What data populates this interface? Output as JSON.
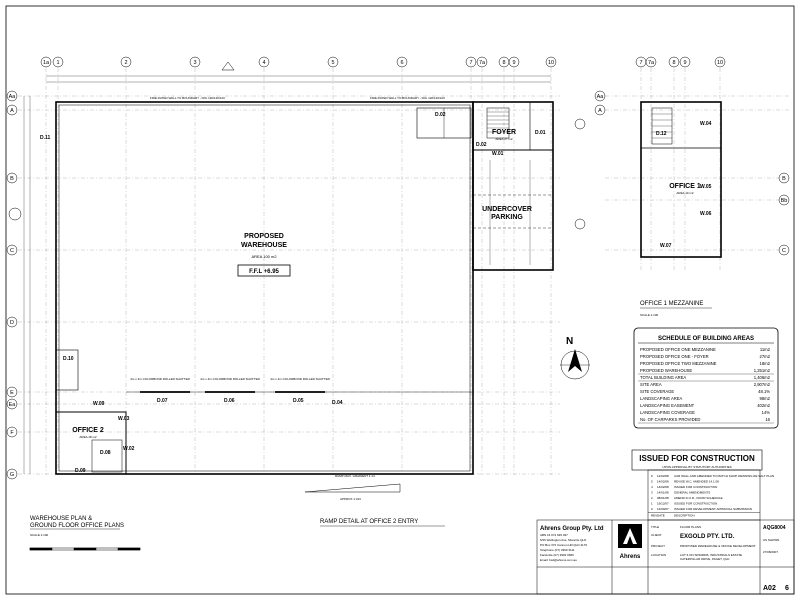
{
  "grid": {
    "top_labels": [
      "1a",
      "1",
      "2",
      "3",
      "4",
      "5",
      "6",
      "7",
      "7a",
      "8",
      "9",
      "10"
    ],
    "mezz_top_labels": [
      "7",
      "7a",
      "8",
      "9",
      "10"
    ],
    "side_labels": [
      "Aa",
      "A",
      "B",
      "C",
      "D",
      "E",
      "Ea",
      "F",
      "G"
    ],
    "mezz_side_labels": [
      "Aa",
      "A",
      "B",
      "Bb",
      "C"
    ]
  },
  "rooms": {
    "warehouse_title": "PROPOSED\nWAREHOUSE",
    "warehouse_area": "AREA 100 m2",
    "ffl": "F.F.L +6.95",
    "foyer": "FOYER",
    "foyer_area": "AREA 27 m2",
    "undercover": "UNDERCOVER\nPARKING",
    "office1": "OFFICE 1",
    "office1_area": "AREA 10 m2",
    "office2": "OFFICE 2",
    "office2_area": "AREA 18 m2"
  },
  "tags": {
    "d11": "D.11",
    "d02": "D.02",
    "d01": "D.01",
    "d02b": "D.02",
    "w01": "W.01",
    "d12": "D.12",
    "w04": "W.04",
    "w05": "W.05",
    "w06": "W.06",
    "w07": "W.07",
    "d10": "D.10",
    "w09": "W.09",
    "d07": "D.07",
    "d06": "D.06",
    "d05": "D.05",
    "d04": "D.04",
    "w03": "W.03",
    "d08": "D.08",
    "w02": "W.02",
    "d09": "D.09"
  },
  "notes": {
    "fire_wall_1": "FIRE RATED WALL TO BOUNDARY - FRL 120/120/120",
    "fire_wall_2": "FIRE RATED WALL TO BOUNDARY - FRL 120/120/120",
    "shutter_1": "4m x 4m COLORBOND ROLLER SHUTTER",
    "shutter_2": "4m x 4m COLORBOND ROLLER SHUTTER",
    "shutter_3": "4m x 4m COLORBOND ROLLER SHUTTER",
    "ramp_note": "RAMP MAX. GRADIENT 1:14",
    "ramp_len": "APPROX 1:313"
  },
  "titles": {
    "warehouse_plan": "WAREHOUSE PLAN &\nGROUND FLOOR OFFICE PLANS",
    "warehouse_scale": "SCALE 1:100",
    "ramp_detail": "RAMP DETAIL AT OFFICE 2 ENTRY",
    "mezzanine": "OFFICE 1 MEZZANINE",
    "mezzanine_scale": "SCALE 1:100",
    "north": "N"
  },
  "schedule": {
    "title": "SCHEDULE OF BUILDING AREAS",
    "rows": [
      [
        "PROPOSED OFFICE ONE MEZZANINE",
        "11m2"
      ],
      [
        "PROPOSED OFFICE ONE - FOYER",
        "27m2"
      ],
      [
        "PROPOSED OFFICE TWO MEZZANINE",
        "18m2"
      ],
      [
        "PROPOSED WAREHOUSE",
        "1,251m2"
      ],
      [
        "TOTAL BUILDING AREA",
        "1,406m2"
      ],
      [
        "SITE AREA",
        "2,907m2"
      ],
      [
        "SITE COVERAGE",
        "48.1%"
      ],
      [
        "LANDSCAPING AREA",
        "98m2"
      ],
      [
        "LANDSCAPING EASEMENT",
        "402m2"
      ],
      [
        "LANDSCAPING COVERAGE",
        "14%"
      ],
      [
        "No. OF CARPARKS PROVIDED",
        "16"
      ]
    ]
  },
  "issue": {
    "stamp": "ISSUED FOR CONSTRUCTION",
    "sub": "UPON APPROVAL BY STATUTORY AUTHORITIES"
  },
  "title_block": {
    "company": "Ahrens Group Pty. Ltd",
    "address_1": "ABN 16 074 626 037",
    "address_2": "6/26 Wellington Ave, Murarrie QLD",
    "address_3": "PO Box 372 Cannon Hill QLD 4170",
    "phone": "Telephone (07) 3399 3111",
    "fax": "Facsimile (07) 3902 0666",
    "email": "Email: bsd@ahrens.com.au",
    "logo_text": "Ahrens",
    "client_label": "CLIENT",
    "client": "EXGOLD PTY. LTD.",
    "project_label": "PROJECT",
    "project": "PROPOSED WAREHOUSE & OFFICE DEVELOPMENT",
    "location_label": "LOCATION",
    "location": "LOT 6 ON SP209606, INDUSTRIALS ESTATE\nCATERPILLAR DRIVE, PAGET, QLD",
    "title_label": "TITLE",
    "title": "FLOOR PLANS",
    "job_no": "AQG8004",
    "scale": "AS SHOWN",
    "date": "27/08/2007",
    "drawing_no": "A02",
    "revision": "6",
    "rev_headers": [
      "REV",
      "DATE",
      "DESCRIPTION"
    ],
    "revisions": [
      [
        "6",
        "14/02/08",
        "CAR WALL AND AMENDED TO MATCH SHOP DRAWING RE SALT PLAN"
      ],
      [
        "5",
        "14/02/08",
        "REVISE W.C. AMENDED 14.1.08"
      ],
      [
        "4",
        "14/02/08",
        "ISSUED FOR CONSTRUCTION"
      ],
      [
        "3",
        "14/01/08",
        "GENERAL AMENDMENTS"
      ],
      [
        "2",
        "08/01/08",
        "AMEND D.O.R., DOOR SCHEDULE"
      ],
      [
        "1",
        "19/12/07",
        "ISSUED FOR CONSTRUCTION"
      ],
      [
        "0",
        "12/09/07",
        "ISSUED FOR DEVELOPMENT APPROVAL SUBMISSION"
      ]
    ]
  }
}
